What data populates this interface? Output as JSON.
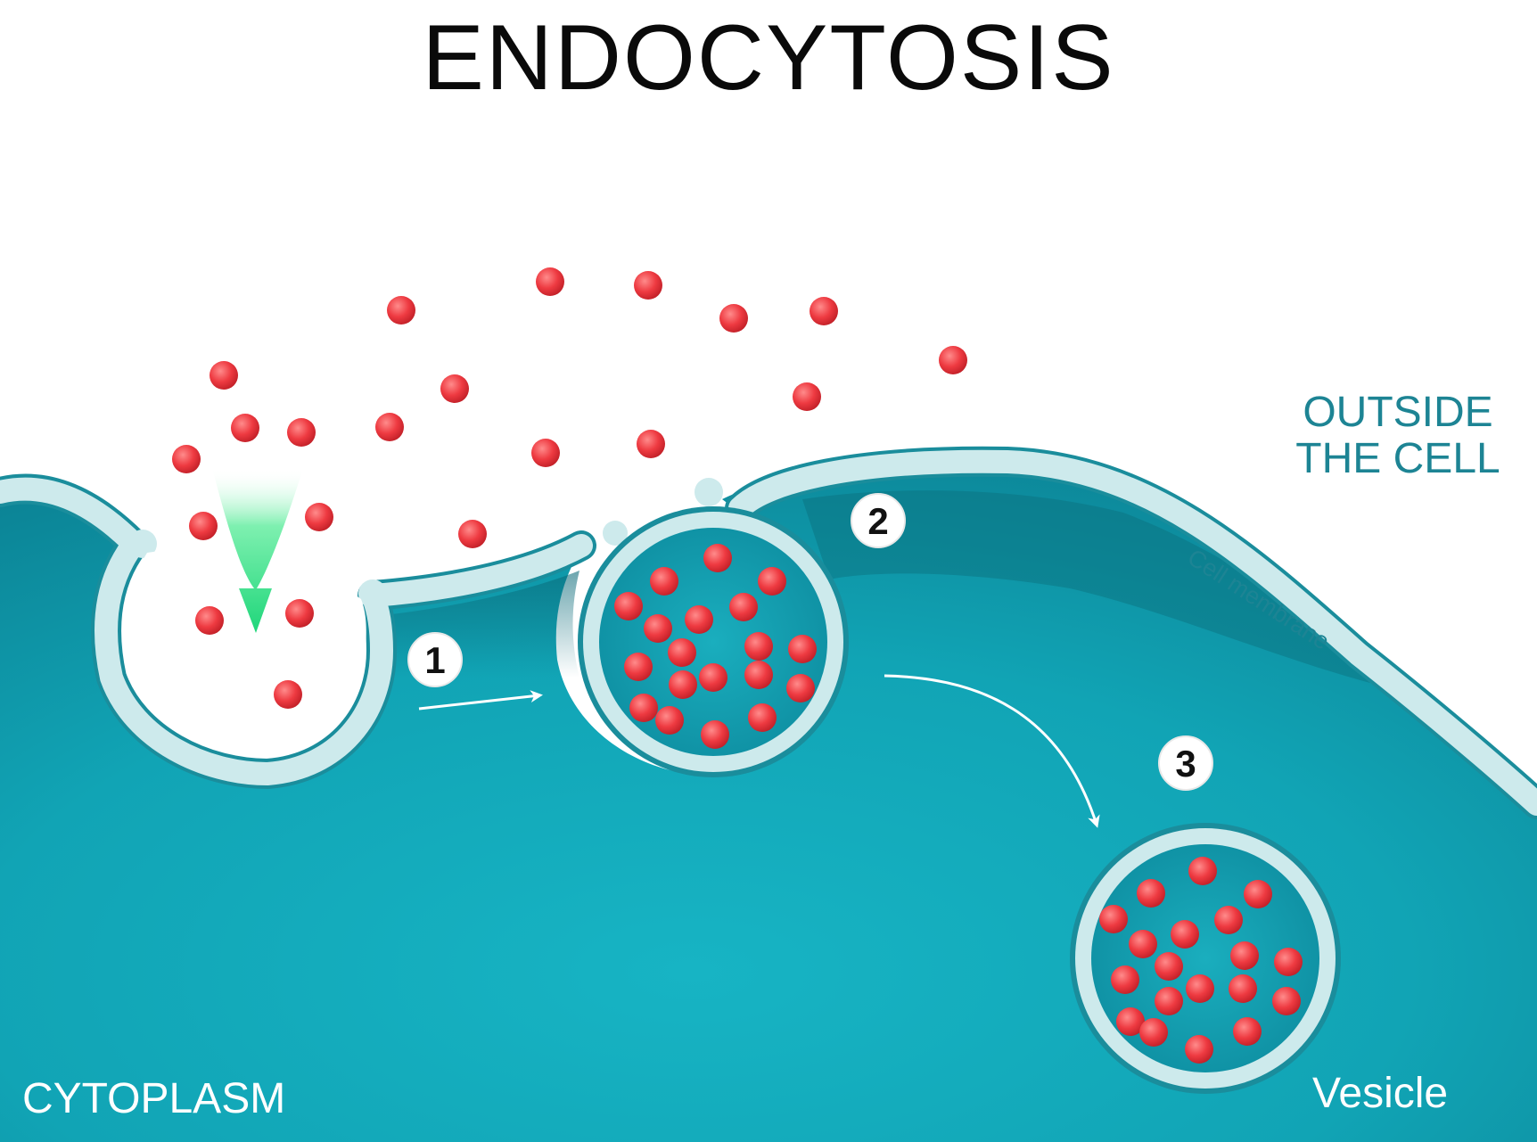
{
  "title": "ENDOCYTOSIS",
  "labels": {
    "outside": [
      "OUTSIDE",
      "THE CELL"
    ],
    "cytoplasm": "CYTOPLASM",
    "cell_membrane": "Cell membrane",
    "vesicle": "Vesicle"
  },
  "steps": [
    "1",
    "2",
    "3"
  ],
  "colors": {
    "cytoplasm": "#15aebf",
    "cytoplasm_dark": "#0a7384",
    "membrane": "#cdeaec",
    "membrane_edge": "#1a8d9c",
    "particle": "#e6333a",
    "particle_highlight": "#ff9a9a",
    "outside_label": "#1d8494",
    "inside_label": "#ffffff",
    "arrow_green": "#1fd67a",
    "arrow_white": "#ffffff"
  },
  "icons": {
    "step_badge": "circle-number-icon",
    "entry_arrow": "green-down-arrow-icon",
    "process_arrow": "white-arrow-icon"
  }
}
